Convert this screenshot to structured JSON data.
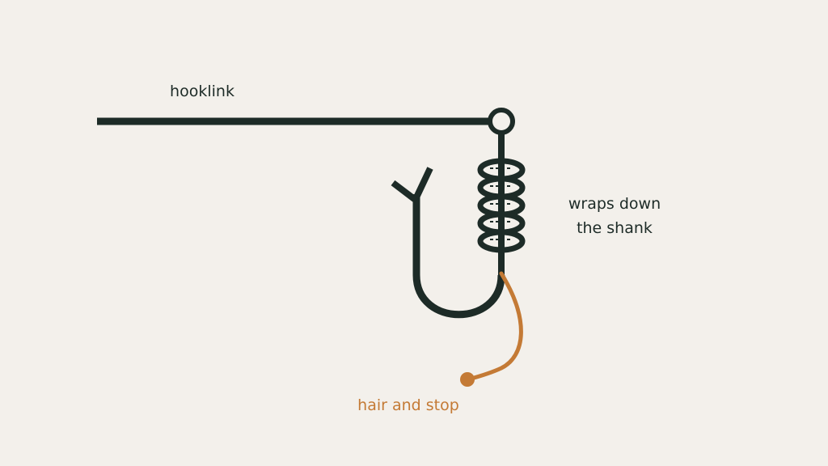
{
  "labels": {
    "hooklink": "hooklink",
    "wraps_line1": "wraps down",
    "wraps_line2": "the shank",
    "hair": "hair and stop"
  },
  "colors": {
    "background": "#f3f0eb",
    "line": "#1d2b27",
    "hair": "#c47a35"
  },
  "wrap_count": 5
}
